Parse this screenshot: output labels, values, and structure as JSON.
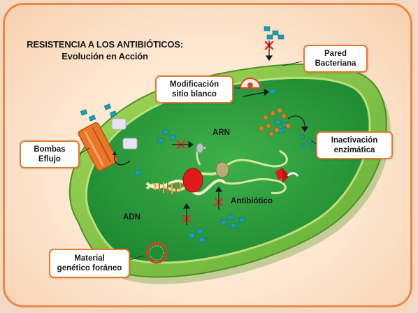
{
  "title": {
    "line1": "RESISTENCIA A LOS ANTIBIÓTICOS:",
    "line2": "Evolución en Acción"
  },
  "labels": {
    "pared": "Pared\nBacteriana",
    "modificacion": "Modificación\nsitio blanco",
    "inactivacion": "Inactivación\nenzimática",
    "bombas": "Bombas\nEflujo",
    "material": "Material\ngenético foráneo",
    "arn": "ARN",
    "antibiotico": "Antibiótico",
    "adn": "ADN"
  },
  "colors": {
    "frame_border": "#e88a45",
    "callout_border": "#e07a30",
    "cell_outer": "#7dc242",
    "cell_inner": "#2e9e3a",
    "antibiotic": "#1a9fb0",
    "block_mark": "#d9302a",
    "ribosome_red": "#e01a1a",
    "efflux_pump": "#e8772a"
  },
  "icons": [
    "antibiotic-molecule-icon",
    "block-x-icon",
    "efflux-pump-icon",
    "dna-helix-icon",
    "plasmid-ring-icon",
    "ribosome-icon",
    "enzyme-icon"
  ]
}
